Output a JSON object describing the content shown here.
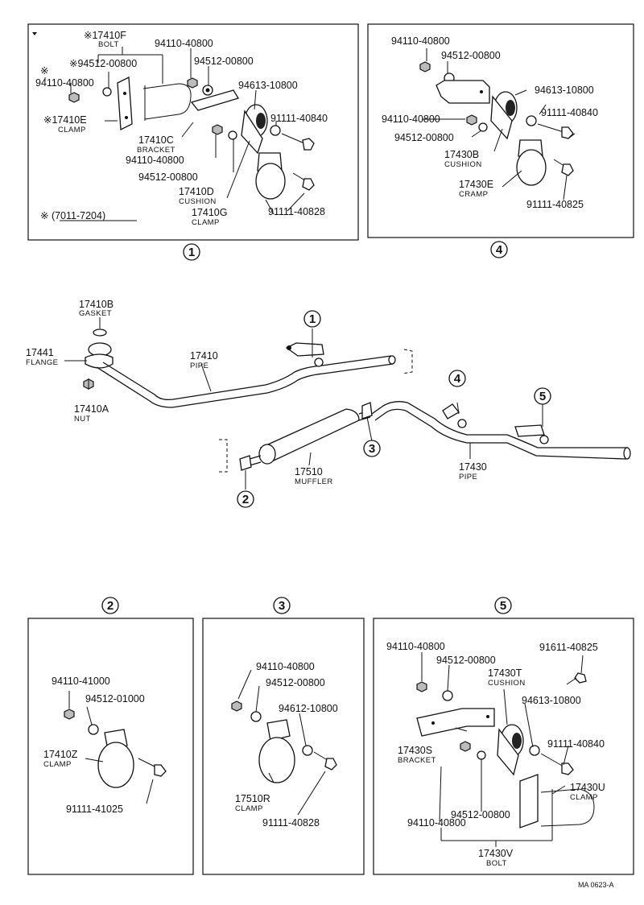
{
  "panel1": {
    "c_17410F": "※17410F",
    "s_17410F": "BOLT",
    "c_94110a": "94110-40800",
    "c_94512a": "94512-00800",
    "c_mark_left": "※",
    "c_94512_left": "※94512-00800",
    "c_94110_left": "94110-40800",
    "c_94613": "94613-10800",
    "c_17410E": "※17410E",
    "s_17410E": "CLAMP",
    "c_91111a": "91111-40840",
    "c_17410C": "17410C",
    "s_17410C": "BRACKET",
    "c_94110b": "94110-40800",
    "c_94512b": "94512-00800",
    "c_17410D": "17410D",
    "s_17410D": "CUSHION",
    "c_17410G": "17410G",
    "s_17410G": "CLAMP",
    "c_91111b": "91111-40828",
    "note": "※ (7011-7204)",
    "circle": "1"
  },
  "panel4": {
    "c_94110a": "94110-40800",
    "c_94512a": "94512-00800",
    "c_94613": "94613-10800",
    "c_94110b": "94110-40800",
    "c_91111a": "91111-40840",
    "c_94512b": "94512-00800",
    "c_17430B": "17430B",
    "s_17430B": "CUSHION",
    "c_17430E": "17430E",
    "s_17430E": "CRAMP",
    "c_91111b": "91111-40825",
    "circle": "4"
  },
  "main": {
    "c_17410B": "17410B",
    "s_17410B": "GASKET",
    "c_17441": "17441",
    "s_17441": "FLANGE",
    "c_17410": "17410",
    "s_17410": "PIPE",
    "c_17410A": "17410A",
    "s_17410A": "NUT",
    "c_17510": "17510",
    "s_17510": "MUFFLER",
    "c_17430": "17430",
    "s_17430": "PIPE",
    "ref1": "1",
    "ref2": "2",
    "ref3": "3",
    "ref4": "4",
    "ref5": "5"
  },
  "panel2": {
    "circle": "2",
    "c_94110": "94110-41000",
    "c_94512": "94512-01000",
    "c_17410Z": "17410Z",
    "s_17410Z": "CLAMP",
    "c_91111": "91111-41025"
  },
  "panel3": {
    "circle": "3",
    "c_94110": "94110-40800",
    "c_94512": "94512-00800",
    "c_94612": "94612-10800",
    "c_17510R": "17510R",
    "s_17510R": "CLAMP",
    "c_91111": "91111-40828"
  },
  "panel5": {
    "circle": "5",
    "c_94110a": "94110-40800",
    "c_94512a": "94512-00800",
    "c_91611": "91611-40825",
    "c_17430T": "17430T",
    "s_17430T": "CUSHION",
    "c_94613": "94613-10800",
    "c_17430S": "17430S",
    "s_17430S": "BRACKET",
    "c_91111": "91111-40840",
    "c_17430U": "17430U",
    "s_17430U": "CLAMP",
    "c_94110b": "94110-40800",
    "c_94512b": "94512-00800",
    "c_17430V": "17430V",
    "s_17430V": "BOLT"
  },
  "footer": {
    "code": "MA 0623-A"
  }
}
